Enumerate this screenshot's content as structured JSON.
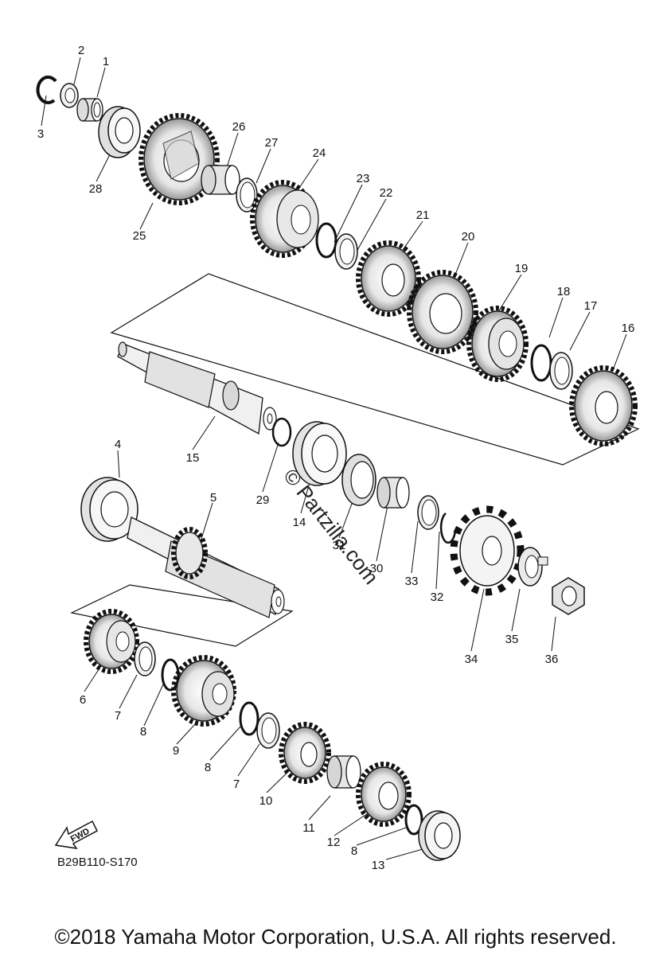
{
  "part_code": "B29B110-S170",
  "fwd_label": "FWD",
  "watermark": "© Partzilla.com",
  "copyright": "©2018 Yamaha Motor Corporation, U.S.A. All rights reserved.",
  "callouts": [
    {
      "id": "c1",
      "text": "1"
    },
    {
      "id": "c2",
      "text": "2"
    },
    {
      "id": "c3",
      "text": "3"
    },
    {
      "id": "c4",
      "text": "4"
    },
    {
      "id": "c5",
      "text": "5"
    },
    {
      "id": "c6",
      "text": "6"
    },
    {
      "id": "c7a",
      "text": "7"
    },
    {
      "id": "c7b",
      "text": "7"
    },
    {
      "id": "c8a",
      "text": "8"
    },
    {
      "id": "c8b",
      "text": "8"
    },
    {
      "id": "c8c",
      "text": "8"
    },
    {
      "id": "c9",
      "text": "9"
    },
    {
      "id": "c10",
      "text": "10"
    },
    {
      "id": "c11",
      "text": "11"
    },
    {
      "id": "c12",
      "text": "12"
    },
    {
      "id": "c13",
      "text": "13"
    },
    {
      "id": "c14",
      "text": "14"
    },
    {
      "id": "c15",
      "text": "15"
    },
    {
      "id": "c16",
      "text": "16"
    },
    {
      "id": "c17",
      "text": "17"
    },
    {
      "id": "c18",
      "text": "18"
    },
    {
      "id": "c19",
      "text": "19"
    },
    {
      "id": "c20",
      "text": "20"
    },
    {
      "id": "c21",
      "text": "21"
    },
    {
      "id": "c22",
      "text": "22"
    },
    {
      "id": "c23",
      "text": "23"
    },
    {
      "id": "c24",
      "text": "24"
    },
    {
      "id": "c25",
      "text": "25"
    },
    {
      "id": "c26",
      "text": "26"
    },
    {
      "id": "c27",
      "text": "27"
    },
    {
      "id": "c28",
      "text": "28"
    },
    {
      "id": "c29",
      "text": "29"
    },
    {
      "id": "c30",
      "text": "30"
    },
    {
      "id": "c31",
      "text": "31"
    },
    {
      "id": "c32",
      "text": "32"
    },
    {
      "id": "c33",
      "text": "33"
    },
    {
      "id": "c34",
      "text": "34"
    },
    {
      "id": "c35",
      "text": "35"
    },
    {
      "id": "c36",
      "text": "36"
    }
  ]
}
